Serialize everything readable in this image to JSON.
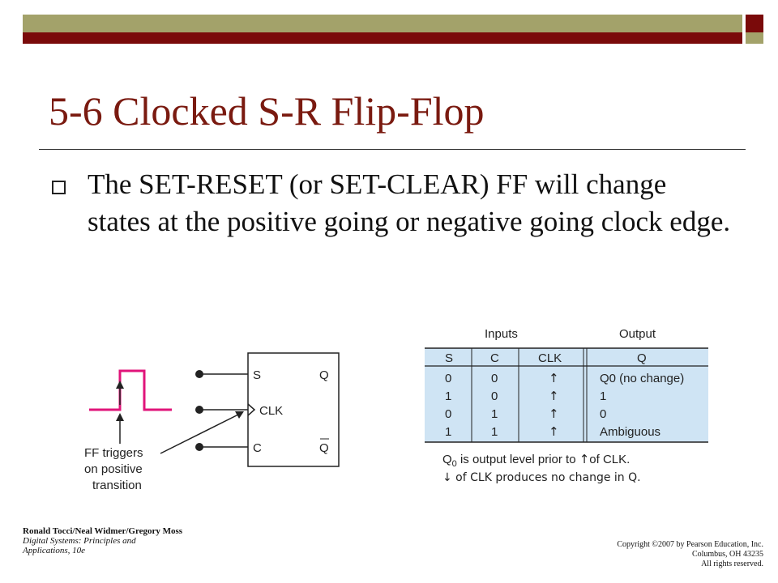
{
  "colors": {
    "olive": "#a3a26a",
    "maroon": "#7a0a0a",
    "title": "#7a1a10",
    "pulse": "#e0147a",
    "table_bg": "#cfe4f4"
  },
  "slide": {
    "title": "5-6 Clocked S-R Flip-Flop",
    "bullet": "The SET-RESET (or SET-CLEAR) FF will change states at the positive going or negative going clock edge."
  },
  "ff": {
    "pin_s": "S",
    "pin_clk": "CLK",
    "pin_c": "C",
    "out_q": "Q",
    "out_qbar": "Q",
    "trigger_lines": [
      "FF triggers",
      "on positive",
      "transition"
    ]
  },
  "table": {
    "group_inputs": "Inputs",
    "group_output": "Output",
    "headers": [
      "S",
      "C",
      "CLK",
      "Q"
    ],
    "rows": [
      [
        "0",
        "0",
        "↑",
        "Q0 (no change)"
      ],
      [
        "1",
        "0",
        "↑",
        "1"
      ],
      [
        "0",
        "1",
        "↑",
        "0"
      ],
      [
        "1",
        "1",
        "↑",
        "Ambiguous"
      ]
    ],
    "note1_a": "Q",
    "note1_sub": "0",
    "note1_b": " is output level prior to ",
    "note1_arrow": "↑",
    "note1_c": "of CLK.",
    "note2": "↓ of CLK produces no change in Q."
  },
  "footer": {
    "author": "Ronald Tocci/Neal Widmer/Gregory Moss",
    "book_line1": "Digital Systems: Principles and",
    "book_line2": "Applications, 10e",
    "copyright1": "Copyright ©2007 by Pearson Education, Inc.",
    "copyright2": "Columbus, OH 43235",
    "copyright3": "All rights reserved."
  }
}
